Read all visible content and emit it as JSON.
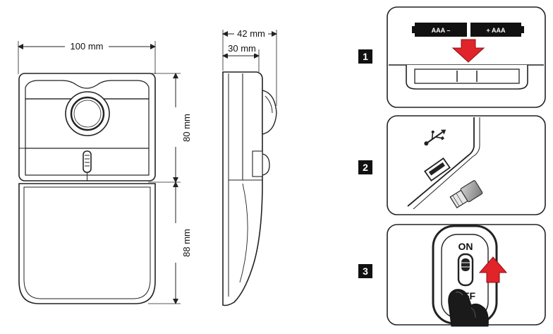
{
  "dimensions": {
    "width_total": "100 mm",
    "depth_total": "42 mm",
    "depth_body": "30 mm",
    "height_top": "80 mm",
    "height_bottom": "88 mm"
  },
  "steps": [
    {
      "number": "1",
      "label_left": "AAA  –",
      "label_right": "+  AAA"
    },
    {
      "number": "2"
    },
    {
      "number": "3",
      "switch_on": "ON",
      "switch_off": "OFF"
    }
  ],
  "colors": {
    "outline": "#222222",
    "arrow_red": "#e0242a",
    "battery": "#111111",
    "usb_dongle": "#9a9a9a"
  }
}
